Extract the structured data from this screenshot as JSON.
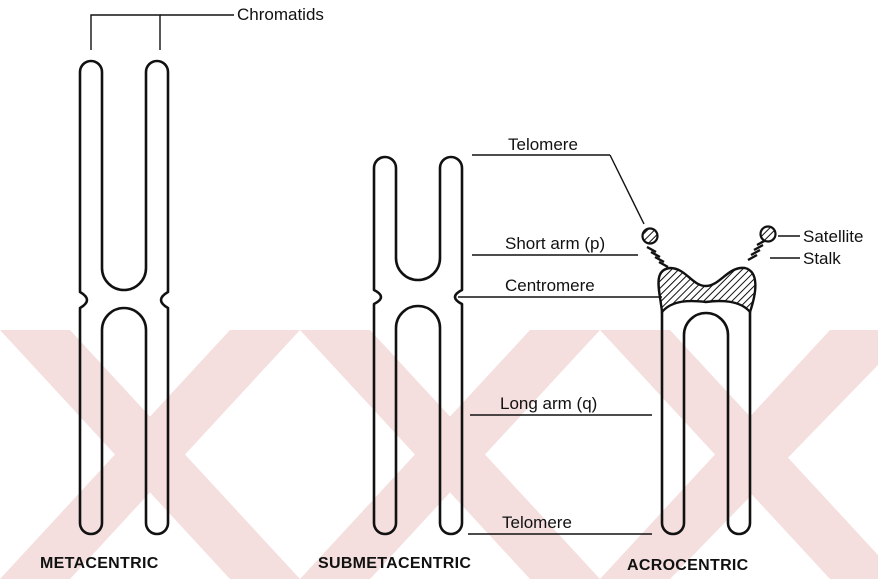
{
  "labels": {
    "chromatids": "Chromatids",
    "telomere_top": "Telomere",
    "short_arm": "Short arm (p)",
    "centromere": "Centromere",
    "long_arm": "Long arm (q)",
    "telomere_bottom": "Telomere",
    "satellite": "Satellite",
    "stalk": "Stalk"
  },
  "captions": {
    "metacentric": "METACENTRIC",
    "submetacentric": "SUBMETACENTRIC",
    "acrocentric": "ACROCENTRIC"
  },
  "colors": {
    "ink": "#111111",
    "watermark": "#f4dede",
    "background": "#ffffff"
  }
}
